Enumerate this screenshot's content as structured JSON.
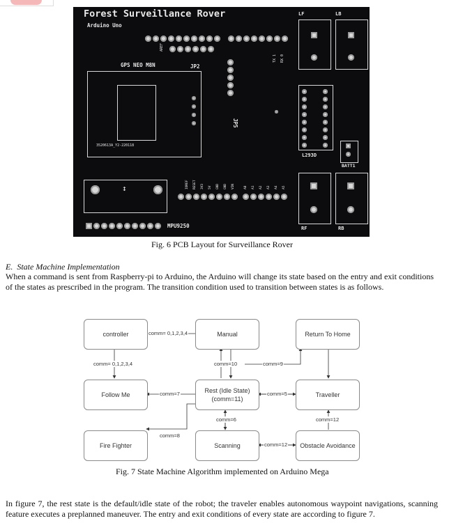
{
  "pcb": {
    "board_title": "Forest Surveillance Rover",
    "board_subtitle": "Arduino Uno",
    "labels": {
      "gps": "GPS NEO M8N",
      "jp2": "JP2",
      "jp5": "JP5",
      "chip_id": "3520613A_Y2-220118",
      "l293d": "L293D",
      "batt": "BATT1",
      "mpu": "MPU9250",
      "lf": "LF",
      "lb": "LB",
      "rf": "RF",
      "rb": "RB",
      "aref": "AREF",
      "tx": "TX 1",
      "rx": "RX 0",
      "ioref": "IOREF",
      "reset": "RESET",
      "v33": "3V3",
      "v5": "5V",
      "gnd1": "GND",
      "gnd2": "GND",
      "vin": "VIN",
      "a0": "A0",
      "a1": "A1",
      "a2": "A2",
      "a3": "A3",
      "a4": "A4",
      "a5": "A5"
    }
  },
  "fig6_caption": "Fig. 6  PCB Layout for Surveillance Rover",
  "section": {
    "number": "E.",
    "title": "State Machine Implementation",
    "text": "When a command is sent from Raspberry-pi to Arduino, the Arduino will change its state based on the entry and exit conditions of the states as prescribed in the program. The transition condition used to transition between states is as follows."
  },
  "diagram": {
    "nodes": {
      "controller": "controller",
      "manual": "Manual",
      "return_home": "Return To Home",
      "follow_me": "Follow Me",
      "rest_line1": "Rest (Idle State)",
      "rest_line2": "(comm=11)",
      "traveller": "Traveller",
      "fire_fighter": "Fire Fighter",
      "scanning": "Scanning",
      "obstacle": "Obstacle Avoidance"
    },
    "edges": {
      "manual_controller": "comm= 0,1,2,3,4",
      "controller_follow": "comm= 0,1,2,3,4",
      "rest_manual": "comm=10",
      "rest_return": "comm=9",
      "rest_follow": "comm=7",
      "rest_traveller": "comm=5",
      "rest_scanning": "comm=6",
      "rest_fire": "comm=8",
      "traveller_obstacle": "comm=12",
      "scanning_obstacle": "comm=12"
    }
  },
  "fig7_caption": "Fig. 7  State Machine Algorithm implemented on Arduino Mega",
  "closing_text": "In figure 7, the rest state is the default/idle state of the robot; the traveler enables autonomous waypoint navigations, scanning feature executes a preplanned maneuver. The entry and exit conditions of every state are according to figure 7."
}
